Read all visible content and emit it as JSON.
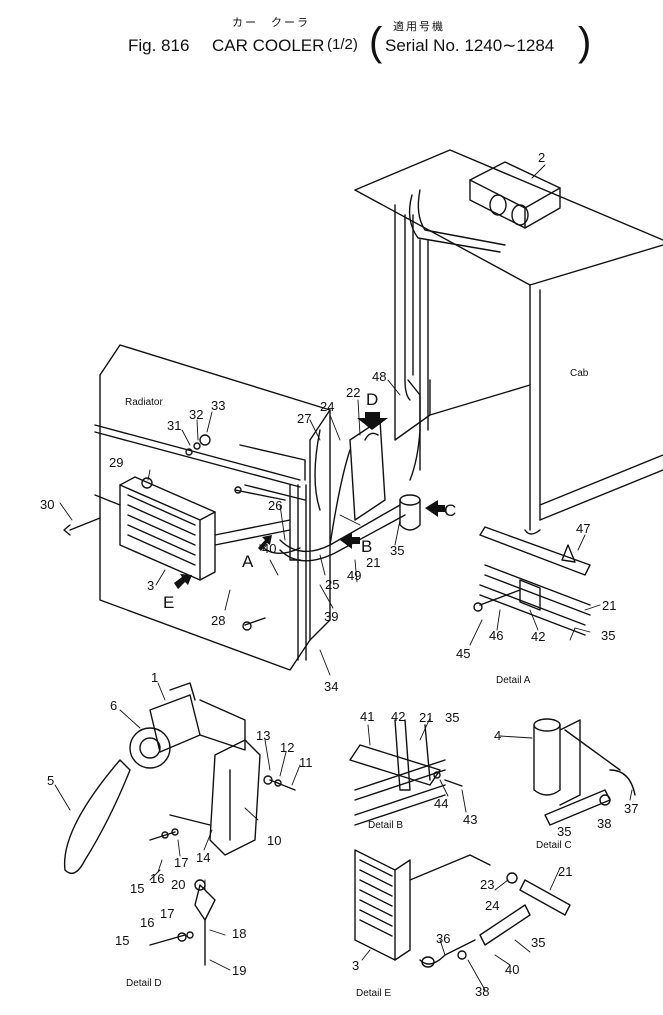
{
  "header": {
    "fig_number": "Fig. 816",
    "title_jp": "カー　クーラ",
    "title": "CAR COOLER",
    "part": "(1/2)",
    "serial_jp": "適用号機",
    "serial": "Serial No. 1240∼1284"
  },
  "labels": {
    "cab": "Cab",
    "radiator": "Radiator",
    "detail_a": "Detail A",
    "detail_b": "Detail B",
    "detail_c": "Detail C",
    "detail_d": "Detail D",
    "detail_e": "Detail E"
  },
  "arrows": {
    "a": "A",
    "b": "B",
    "c": "C",
    "d": "D",
    "e": "E"
  },
  "callouts": {
    "c1": "1",
    "c2": "2",
    "c3": "3",
    "c4": "4",
    "c5": "5",
    "c6": "6",
    "c10": "10",
    "c11": "11",
    "c12": "12",
    "c13": "13",
    "c14": "14",
    "c15": "15",
    "c16": "16",
    "c17": "17",
    "c18": "18",
    "c19": "19",
    "c20": "20",
    "c21": "21",
    "c22": "22",
    "c23": "23",
    "c24": "24",
    "c25": "25",
    "c26": "26",
    "c27": "27",
    "c28": "28",
    "c29": "29",
    "c30": "30",
    "c31": "31",
    "c32": "32",
    "c33": "33",
    "c34": "34",
    "c35": "35",
    "c36": "36",
    "c37": "37",
    "c38": "38",
    "c39": "39",
    "c40": "40",
    "c41": "41",
    "c42": "42",
    "c43": "43",
    "c44": "44",
    "c45": "45",
    "c46": "46",
    "c47": "47",
    "c48": "48",
    "c49": "49"
  }
}
